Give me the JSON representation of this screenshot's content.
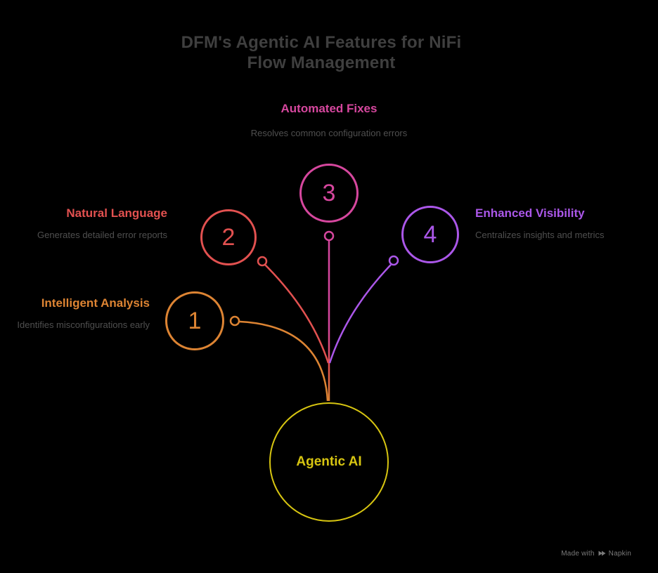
{
  "title": "DFM's Agentic AI Features for NiFi Flow Management",
  "center": {
    "label": "Agentic AI"
  },
  "branches": [
    {
      "number": "1",
      "title": "Intelligent Analysis",
      "description": "Identifies misconfigurations early"
    },
    {
      "number": "2",
      "title": "Natural Language",
      "description": "Generates detailed error reports"
    },
    {
      "number": "3",
      "title": "Automated Fixes",
      "description": "Resolves common configuration errors"
    },
    {
      "number": "4",
      "title": "Enhanced Visibility",
      "description": "Centralizes insights and metrics"
    }
  ],
  "watermark": {
    "made_with": "Made with",
    "brand": "Napkin"
  },
  "colors": {
    "background": "#000000",
    "title_text": "#3f3f3f",
    "description_text": "#4f4f4f",
    "watermark_text": "#7a7a7a",
    "orange": "#dd8433",
    "red": "#e25150",
    "magenta": "#d6479e",
    "purple": "#ab57e9",
    "yellow": "#d7c511"
  }
}
